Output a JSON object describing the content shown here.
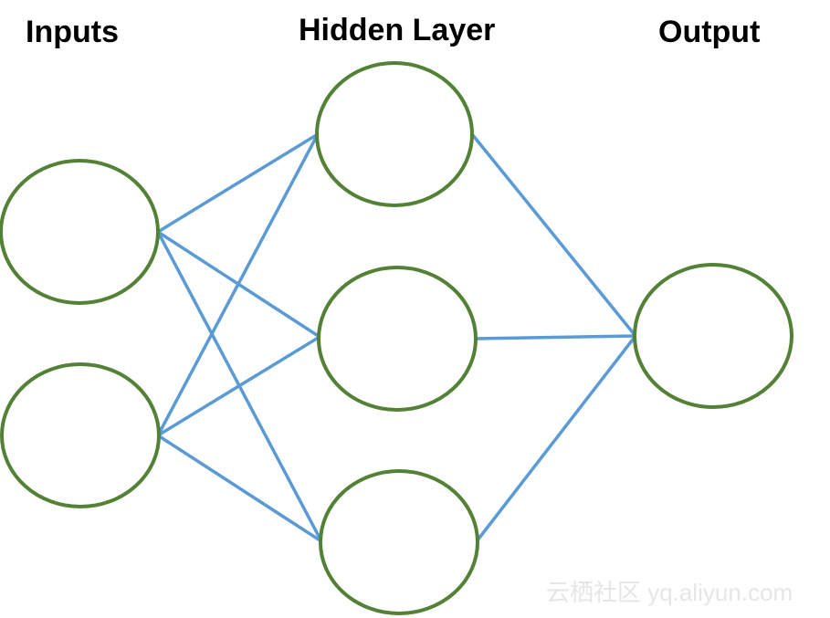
{
  "titles": {
    "inputs": "Inputs",
    "hidden": "Hidden Layer",
    "output": "Output"
  },
  "layers": {
    "inputs": {
      "node_count": 2
    },
    "hidden": {
      "node_count": 3
    },
    "output": {
      "node_count": 1
    }
  },
  "connections": "fully-connected",
  "colors": {
    "node_stroke": "#538135",
    "edge": "#5b9bd5",
    "text": "#000000",
    "watermark": "#e6e6e6"
  },
  "watermark": "云栖社区 yq.aliyun.com"
}
